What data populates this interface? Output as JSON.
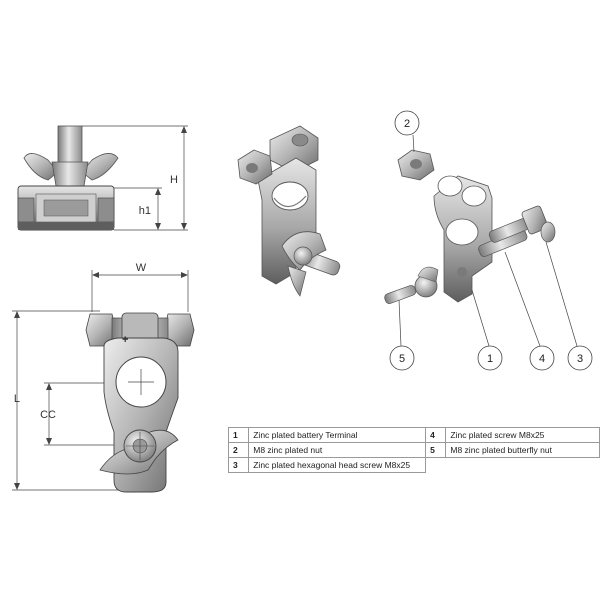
{
  "dimensions": {
    "H": "H",
    "h1": "h1",
    "W": "W",
    "L": "L",
    "CC": "CC"
  },
  "polarity_mark": "+",
  "callouts": [
    "2",
    "5",
    "1",
    "4",
    "3"
  ],
  "parts": [
    {
      "num": "1",
      "desc": "Zinc plated battery Terminal"
    },
    {
      "num": "2",
      "desc": "M8 zinc plated nut"
    },
    {
      "num": "3",
      "desc": "Zinc plated hexagonal head screw M8x25"
    },
    {
      "num": "4",
      "desc": "Zinc plated screw M8x25"
    },
    {
      "num": "5",
      "desc": "M8 zinc plated butterfly nut"
    }
  ],
  "colors": {
    "metal_light": "#d6d6d6",
    "metal_mid": "#a9a9a9",
    "metal_dark": "#6f6f6f",
    "line": "#444444"
  }
}
